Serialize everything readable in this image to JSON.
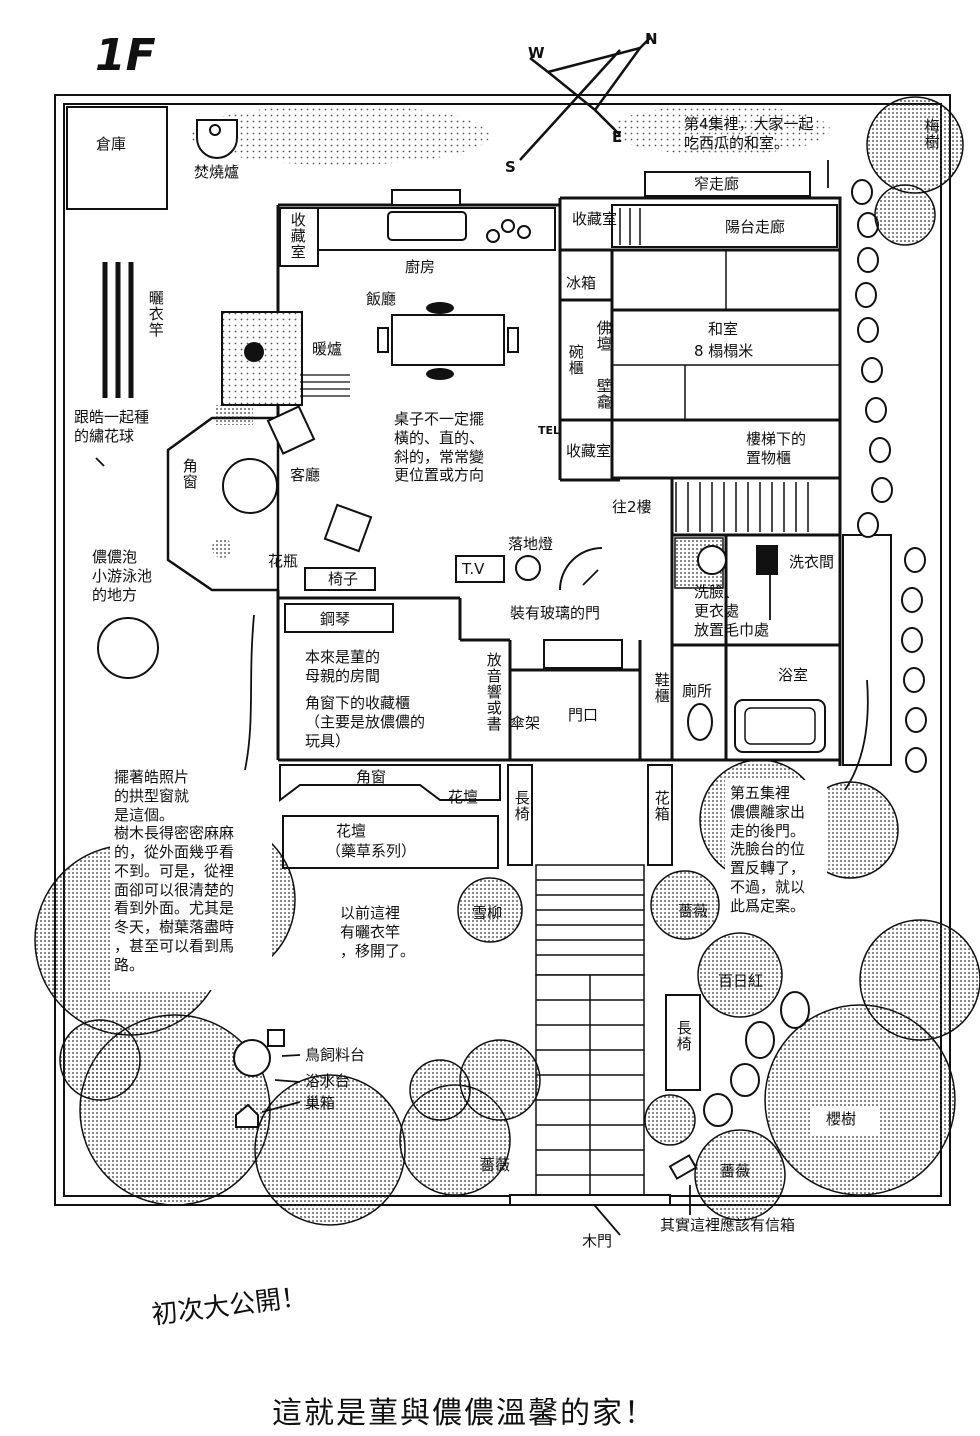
{
  "floor_label": "1F",
  "compass": [
    "N",
    "E",
    "S",
    "W"
  ],
  "notes": {
    "episode4": "第4集裡，大家一起\n吃西瓜的和室。",
    "hydrangea": "跟皓一起種\n的繡花球",
    "pool": "儂儂泡\n小游泳池\n的地方",
    "table": "桌子不一定擺\n橫的、直的、\n斜的，常常變\n更位置或方向",
    "mother_room": "本來是菫的\n母親的房間",
    "cabinet": "角窗下的收藏櫃\n（主要是放儂儂的\n玩具）",
    "arch_window": "擺著皓照片\n的拱型窗就\n是這個。\n樹木長得密密麻麻\n的，從外面幾乎看\n不到。可是，從裡\n面卻可以很清楚的\n看到外面。尤其是\n冬天，樹葉落盡時\n，甚至可以看到馬\n路。",
    "laundry_pole": "以前這裡\n有曬衣竿\n，移開了。",
    "episode5": "第五集裡\n儂儂離家出\n走的後門。\n洗臉台的位\n置反轉了，\n不過，就以\n此爲定案。",
    "mailbox": "其實這裡應該有信箱"
  },
  "rooms": {
    "storage_shed": "倉庫",
    "incinerator": "焚燒爐",
    "closet_kitchen": "收藏室",
    "kitchen": "廚房",
    "dining": "飯廳",
    "fireplace": "暖爐",
    "living": "客廳",
    "bay_window": "角窗",
    "drying_pole": "曬衣竿",
    "vase": "花瓶",
    "chair": "椅子",
    "piano": "鋼琴",
    "tv": "T.V",
    "floor_lamp": "落地燈",
    "glass_door": "裝有玻璃的門",
    "stereo": "放音響或書",
    "umbrella": "傘架",
    "entrance": "門口",
    "shoe_cabinet": "鞋櫃",
    "corner_window": "角窗",
    "flowerbed1": "花壇",
    "flowerbed2": "花壇",
    "herbs": "（藥草系列）",
    "bench_left": "長椅",
    "flower_box": "花箱",
    "narrow_corridor": "窄走廊",
    "balcony_corridor": "陽台走廊",
    "closet_top": "收藏室",
    "fridge": "冰箱",
    "cupboard": "碗櫃",
    "altar": "佛壇",
    "alcove": "壁龕",
    "tatami_room": "和室",
    "tatami_size": "8 榻榻米",
    "tel": "TEL",
    "closet_mid": "收藏室",
    "under_stairs": "樓梯下的\n置物櫃",
    "to_2f": "往2樓",
    "laundry": "洗衣間",
    "washroom": "洗臉、\n更衣處\n放置毛巾處",
    "toilet": "廁所",
    "bath": "浴室",
    "plum": "梅樹",
    "willow": "雪柳",
    "rose1": "薔薇",
    "zinnia": "百日紅",
    "bench_right": "長椅",
    "cherry": "櫻樹",
    "rose2": "薔薇",
    "rose3": "薔薇",
    "bird_feeder": "鳥飼料台",
    "bird_bath": "浴水台",
    "nest_box": "巢箱",
    "wood_gate": "木門"
  },
  "captions": {
    "line1": "初次大公開！",
    "line2": "這就是菫與儂儂溫馨的家！"
  }
}
